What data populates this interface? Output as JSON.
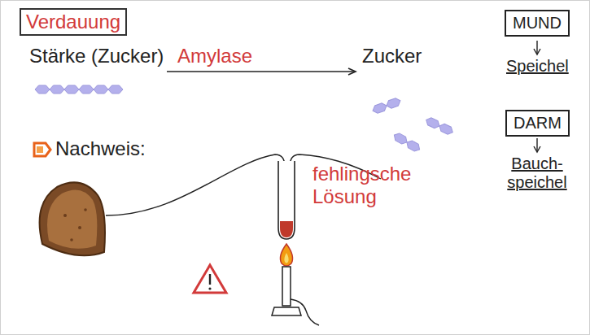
{
  "diagram": {
    "title": "Verdauung",
    "nodes": [
      {
        "text": [
          "MUND"
        ]
      },
      {
        "text": [
          "DARM"
        ]
      }
    ],
    "labels": [
      "Stärke (Zucker)",
      "Amylase",
      "Zucker",
      "Speichel",
      "Bauch- speichel",
      "Nachweis:",
      "fehlingsche Lösung"
    ]
  }
}
